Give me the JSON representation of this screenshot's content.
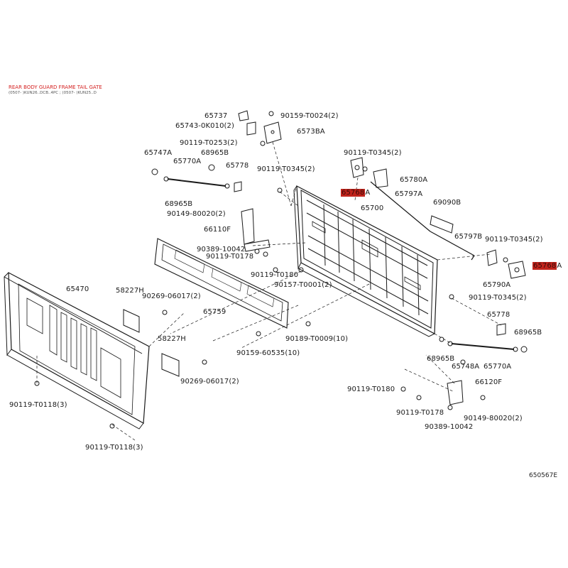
{
  "header": {
    "title": "REAR BODY GUARD FRAME TAIL GATE",
    "subtitle": "(0507- )KUN26..DCB..4PC ; (0507- )KUN25..D"
  },
  "diagram_ref": "650567E",
  "colors": {
    "title": "#d41f1f",
    "highlight": "#c0241c",
    "line": "#1a1a1a"
  },
  "labels": {
    "p65737": "65737",
    "p90159_t0024": "90159-T0024(2)",
    "p65743": "65743-0K010(2)",
    "p6573ba": "6573BA",
    "p90119_t0253": "90119-T0253(2)",
    "p65747a": "65747A",
    "p68965b_1": "68965B",
    "p65770a_1": "65770A",
    "p65778_1": "65778",
    "p90119_t0345_1": "90119-T0345(2)",
    "p68965b_2": "68965B",
    "p90149_80020_1": "90149-80020(2)",
    "p66110f": "66110F",
    "p90389_10042_1": "90389-10042",
    "p90119_t0178_1": "90119-T0178",
    "p90119_t0180_1": "90119-T0180",
    "p90157_t0001": "90157-T0001(2)",
    "p90119_t0345_2": "90119-T0345(2)",
    "p65768a_1": "65768",
    "p65768a_1_suffix": "A",
    "p65780a": "65780A",
    "p65797a": "65797A",
    "p69090b": "69090B",
    "p65700": "65700",
    "p65797b": "65797B",
    "p90119_t0345_3": "90119-T0345(2)",
    "p65768a_2": "65768",
    "p65768a_2_suffix": "A",
    "p65790a": "65790A",
    "p90119_t0345_4": "90119-T0345(2)",
    "p65778_2": "65778",
    "p68965b_3": "68965B",
    "p68965b_4": "68965B",
    "p65748a": "65748A",
    "p65770a_2": "65770A",
    "p66120f": "66120F",
    "p90119_t0180_2": "90119-T0180",
    "p90119_t0178_2": "90119-T0178",
    "p90149_80020_2": "90149-80020(2)",
    "p90389_10042_2": "90389-10042",
    "p65470": "65470",
    "p58227h_1": "58227H",
    "p90269_06017_1": "90269-06017(2)",
    "p65759": "65759",
    "p58227h_2": "58227H",
    "p90269_06017_2": "90269-06017(2)",
    "p90159_60535": "90159-60535(10)",
    "p90189_t0009": "90189-T0009(10)",
    "p90119_t0118_1": "90119-T0118(3)",
    "p90119_t0118_2": "90119-T0118(3)"
  }
}
